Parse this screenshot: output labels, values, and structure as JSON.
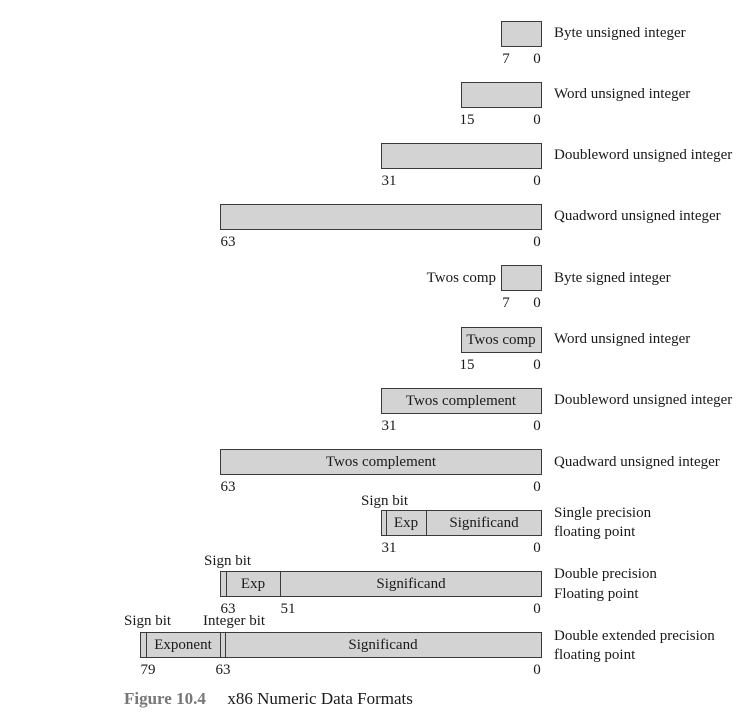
{
  "rows": {
    "byte_unsigned": {
      "name": "Byte unsigned integer",
      "bits": [
        "7",
        "0"
      ]
    },
    "word_unsigned": {
      "name": "Word unsigned integer",
      "bits": [
        "15",
        "0"
      ]
    },
    "dword_unsigned": {
      "name": "Doubleword unsigned integer",
      "bits": [
        "31",
        "0"
      ]
    },
    "qword_unsigned": {
      "name": "Quadword unsigned integer",
      "bits": [
        "63",
        "0"
      ]
    },
    "byte_signed": {
      "name": "Byte signed integer",
      "field": "Twos comp",
      "bits": [
        "7",
        "0"
      ]
    },
    "word_signed": {
      "name": "Word unsigned integer",
      "field": "Twos comp",
      "bits": [
        "15",
        "0"
      ]
    },
    "dword_signed": {
      "name": "Doubleword unsigned integer",
      "field": "Twos complement",
      "bits": [
        "31",
        "0"
      ]
    },
    "qword_signed": {
      "name": "Quadward unsigned integer",
      "field": "Twos complement",
      "bits": [
        "63",
        "0"
      ]
    },
    "single": {
      "name": [
        "Single precision",
        "floating point"
      ],
      "sign": "Sign bit",
      "exp": "Exp",
      "sig": "Significand",
      "bits": [
        "31",
        "0"
      ]
    },
    "double": {
      "name": [
        "Double precision",
        "Floating point"
      ],
      "sign": "Sign bit",
      "exp": "Exp",
      "sig": "Significand",
      "bits": [
        "63",
        "51",
        "0"
      ]
    },
    "extended": {
      "name": [
        "Double extended precision",
        "floating point"
      ],
      "sign": "Sign bit",
      "integer": "Integer bit",
      "exp": "Exponent",
      "sig": "Significand",
      "bits": [
        "79",
        "63",
        "0"
      ]
    }
  },
  "caption": {
    "number": "Figure 10.4",
    "title": "x86 Numeric Data Formats"
  },
  "colors": {
    "fill": "#d3d3d3",
    "border": "#3a3a3a",
    "text": "#1a1a1a",
    "caption_number": "#777777"
  }
}
